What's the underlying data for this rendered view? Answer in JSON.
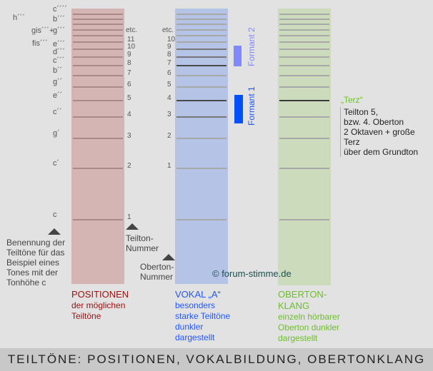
{
  "colors": {
    "pink_line": "#a88b89",
    "positions_text": "#a01010",
    "vocal_text": "#2255ff",
    "overtone_text": "#6cbf2a",
    "formant1": "#0050ff",
    "formant2": "#8088ff"
  },
  "note_names": [
    "c",
    "c´",
    "g´",
    "c´´",
    "e´´",
    "g´´",
    "b´´",
    "c´´´",
    "d´´´",
    "e´´´",
    "g´´´",
    "b´´´",
    "c´´´´"
  ],
  "extra_notes": [
    "h´´´",
    "gis´´´+",
    "fis´´´"
  ],
  "partial_numbers": [
    "1",
    "2",
    "3",
    "4",
    "5",
    "6",
    "7",
    "8",
    "9",
    "10",
    "11"
  ],
  "overtone_numbers": [
    "1",
    "2",
    "3",
    "4",
    "5",
    "6",
    "7",
    "8",
    "9",
    "10"
  ],
  "etc_label": "etc.",
  "vocal_emphasis": {
    "partials": [
      4,
      5,
      8,
      9,
      10
    ],
    "strength": [
      "mid",
      "dark",
      "dark",
      "mid",
      "mid"
    ]
  },
  "overtone_emphasis_partial": 5,
  "formants": {
    "f1": "Formant 1",
    "f2": "Formant 2"
  },
  "annotations": {
    "naming": [
      "Benennung der",
      "Teiltöne für das",
      "Beispiel eines",
      "Tones mit der",
      "Tonhöhe c"
    ],
    "partial_number": [
      "Teilton-",
      "Nummer"
    ],
    "overtone_number": [
      "Oberton-",
      "Nummer"
    ],
    "copyright": "© forum-stimme.de",
    "terz_title": "„Terz“",
    "terz_lines": [
      "Teilton 5,",
      "bzw. 4. Oberton",
      "2 Oktaven + große Terz",
      "über dem Grundton"
    ]
  },
  "captions": {
    "positions": {
      "title": "POSITIONEN",
      "lines": [
        "der möglichen",
        "Teiltöne"
      ]
    },
    "vocal": {
      "title": "VOKAL „A“",
      "lines": [
        "besonders",
        "starke Teiltöne",
        "dunkler",
        "dargestellt"
      ]
    },
    "overtone": {
      "title": [
        "OBERTON-",
        "KLANG"
      ],
      "lines": [
        "einzeln hörbarer",
        "Oberton dunkler",
        "dargestellt"
      ]
    }
  },
  "footer": "TEILTÖNE: POSITIONEN, VOKALBILDUNG, OBERTONKLANG"
}
